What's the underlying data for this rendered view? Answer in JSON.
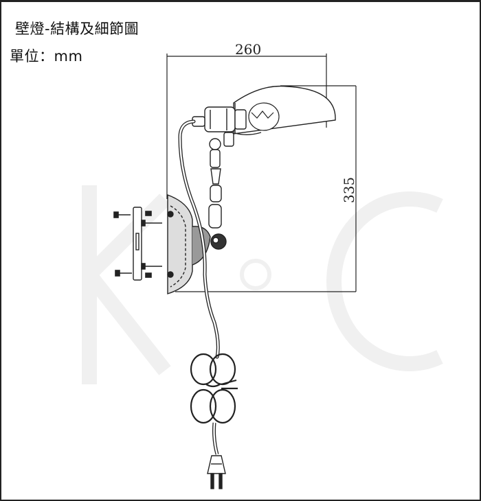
{
  "diagram": {
    "title": "壁燈-結構及細節圖",
    "unit_label": "單位：mm",
    "dimensions": {
      "width": "260",
      "height": "335"
    }
  },
  "colors": {
    "line": "#222222",
    "watermark": "#f0f0f0"
  }
}
